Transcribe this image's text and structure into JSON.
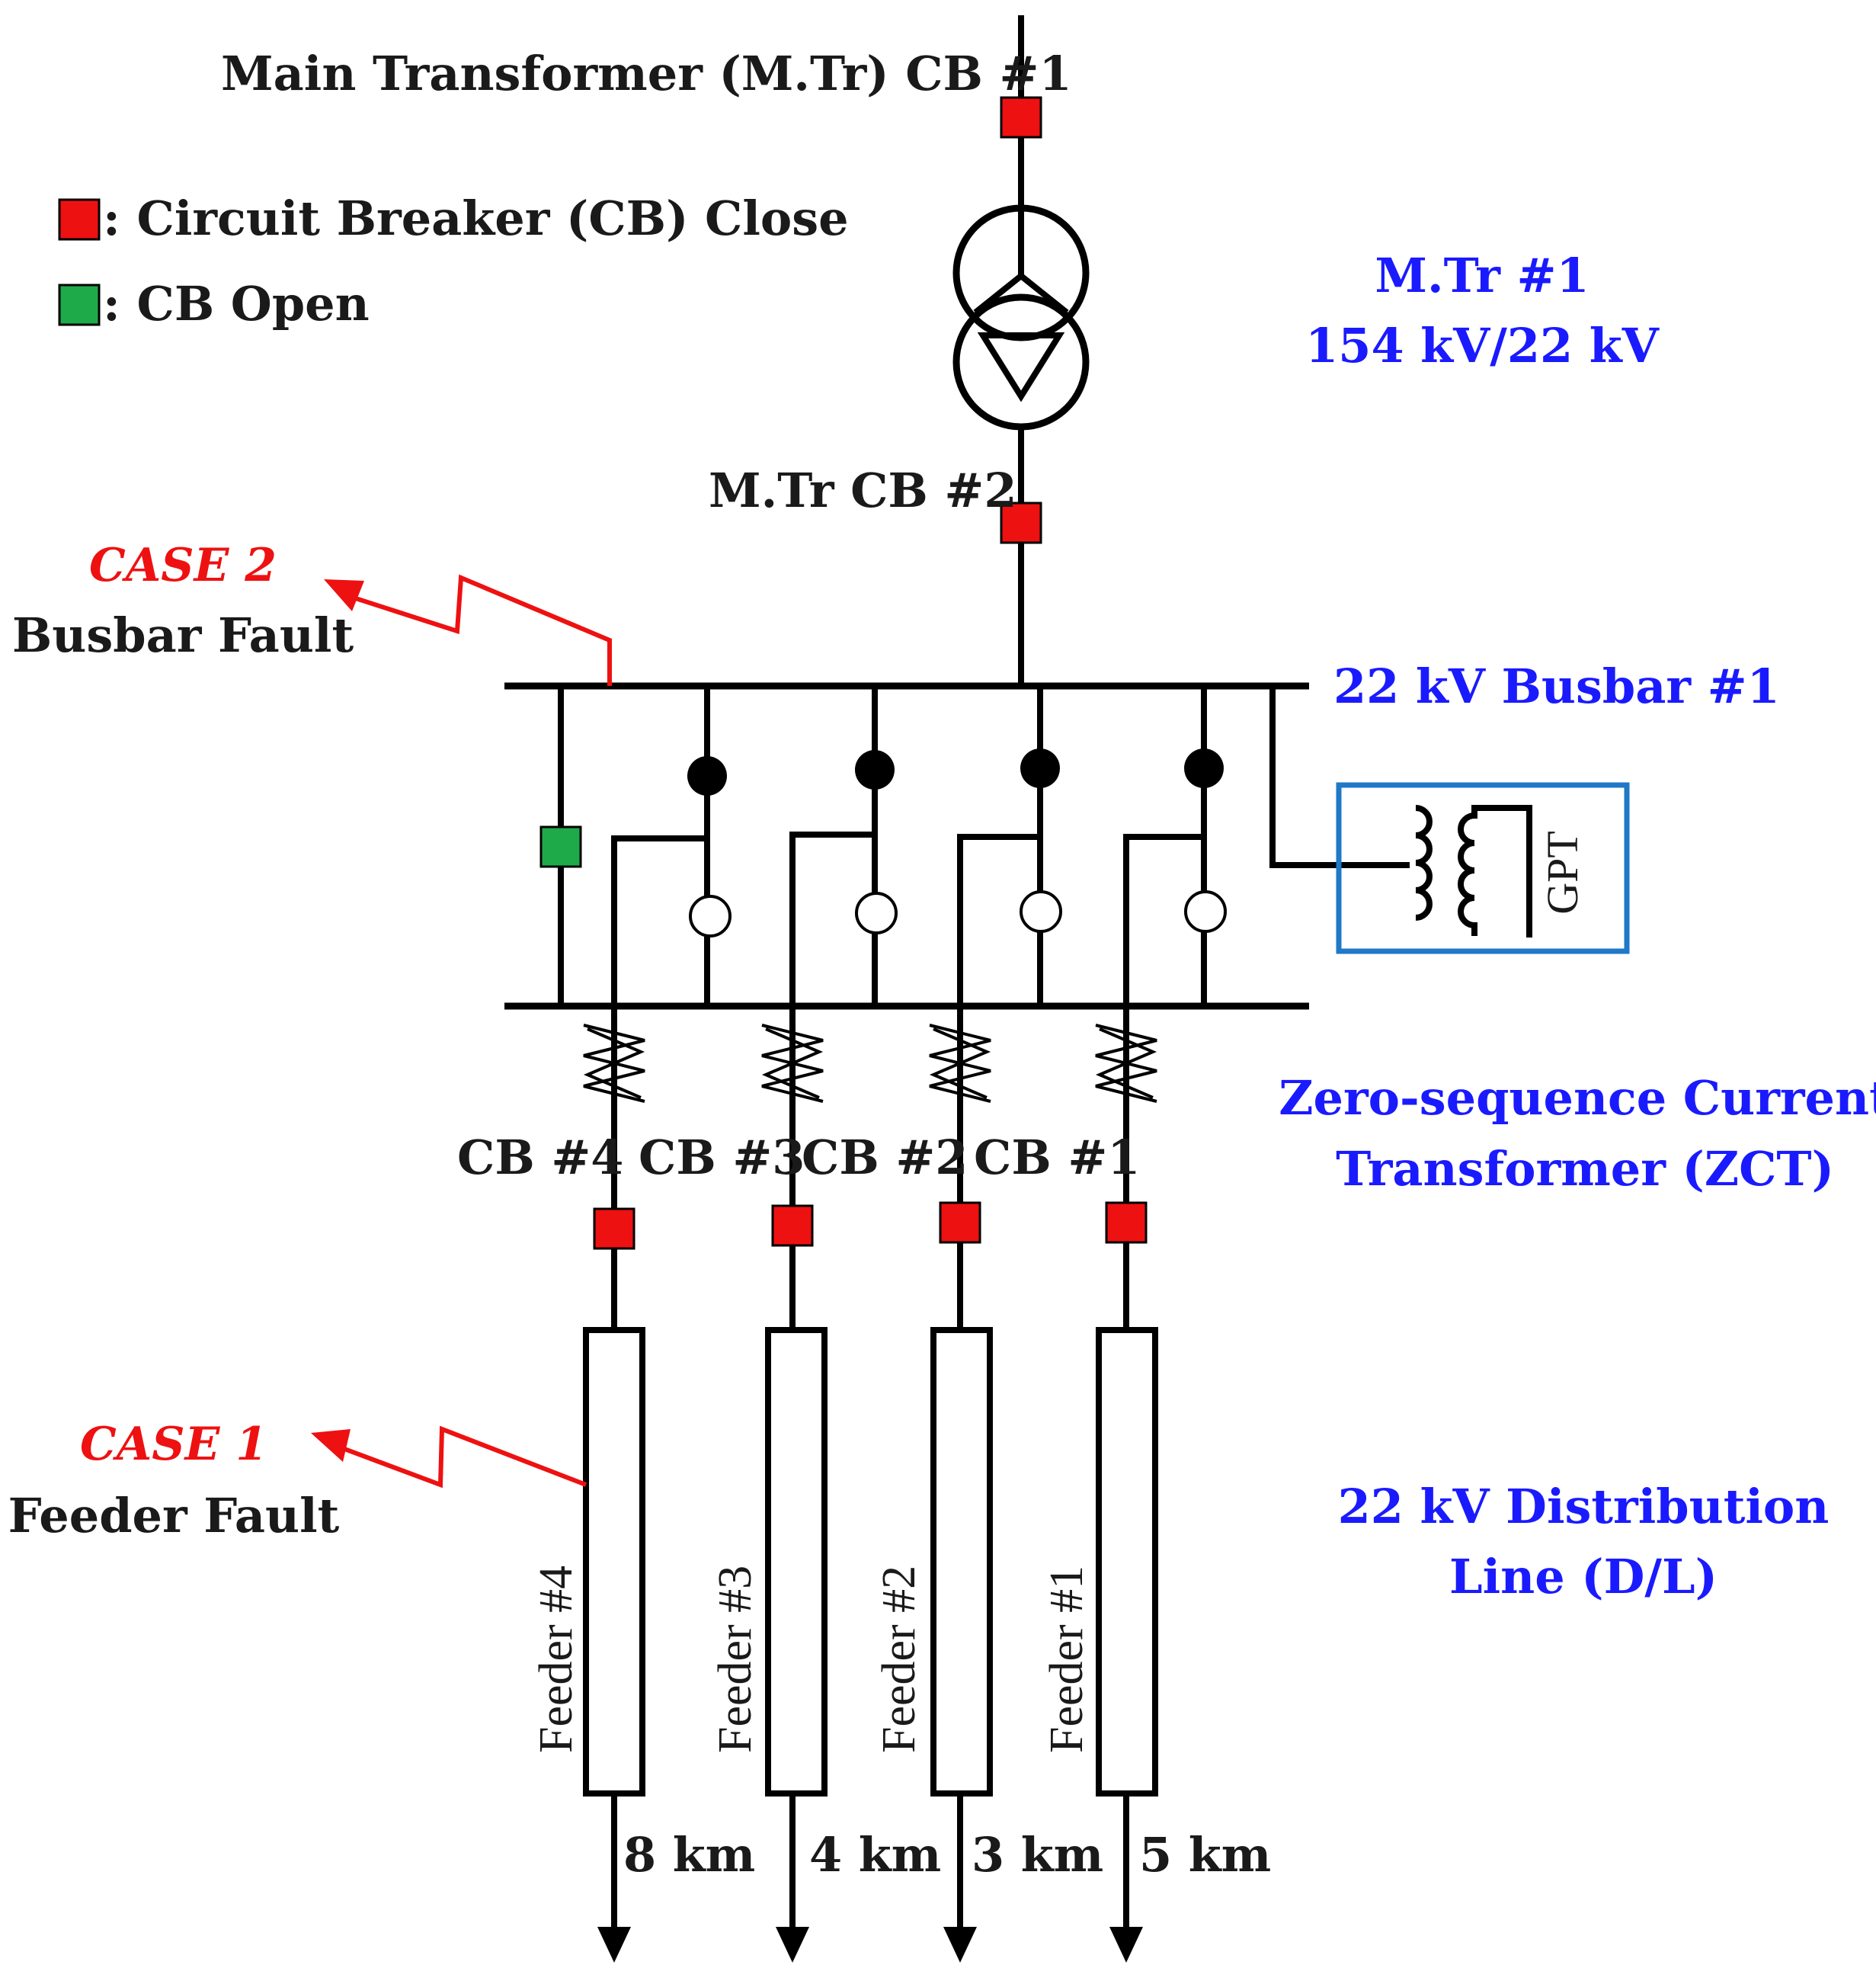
{
  "labels": {
    "main_tr_cb1": "Main Transformer (M.Tr) CB #1",
    "legend_close": ": Circuit Breaker (CB) Close",
    "legend_open": ": CB  Open",
    "mtr_name": "M.Tr #1",
    "mtr_rating": "154 kV/22 kV",
    "mtr_cb2": "M.Tr CB #2",
    "case2_title": "CASE 2",
    "case2_desc": "Busbar Fault",
    "busbar": "22 kV Busbar #1",
    "gpt": "GPT",
    "zct_line1": "Zero-sequence Current",
    "zct_line2": "Transformer (ZCT)",
    "cb4": "CB #4",
    "cb3": "CB #3",
    "cb2": "CB #2",
    "cb1": "CB #1",
    "case1_title": "CASE 1",
    "case1_desc": "Feeder Fault",
    "dl_line1": "22 kV Distribution",
    "dl_line2": "Line (D/L)",
    "feeder4": "Feeder #4",
    "feeder3": "Feeder #3",
    "feeder2": "Feeder #2",
    "feeder1": "Feeder #1",
    "len4": "8 km",
    "len3": "4 km",
    "len2": "3 km",
    "len1": "5 km"
  },
  "colors": {
    "cb_close": "#ee1111",
    "cb_open": "#1faa4a",
    "blue_text": "#1a1aff",
    "fault_red": "#ee1111",
    "gpt_box": "#1f78c8"
  }
}
